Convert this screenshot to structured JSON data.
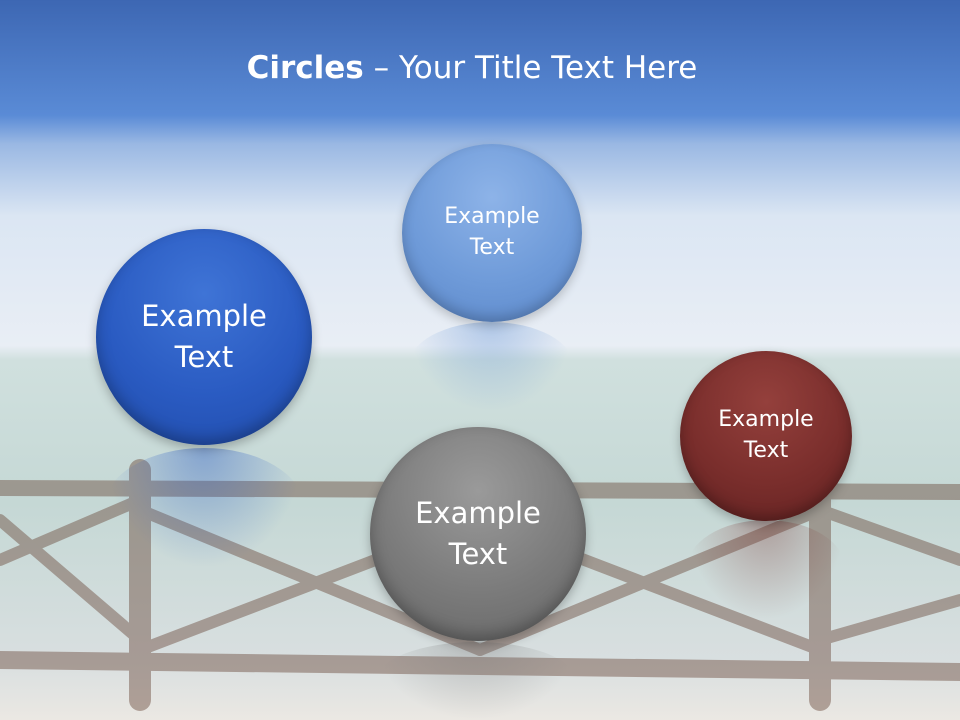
{
  "slide": {
    "title_bold": "Circles",
    "title_rest": " – Your Title Text Here"
  },
  "circles": [
    {
      "label": "Example\nText",
      "color": "#2f5fc4"
    },
    {
      "label": "Example\nText",
      "color": "#6d9ad8"
    },
    {
      "label": "Example\nText",
      "color": "#7a7a7a"
    },
    {
      "label": "Example\nText",
      "color": "#7a2e2c"
    }
  ],
  "colors": {
    "sky_top": "#3d6fbd",
    "sea": "#c6d9d6",
    "sand": "#e8e4dd"
  }
}
